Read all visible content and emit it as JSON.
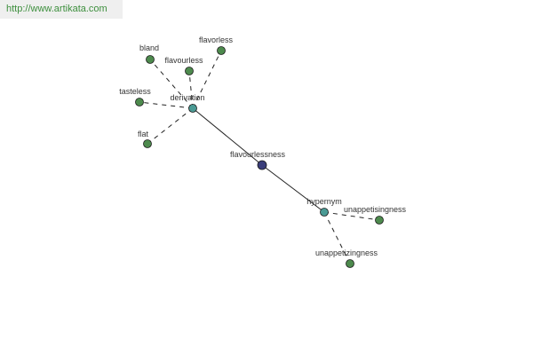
{
  "header": {
    "url": "http://www.artikata.com"
  },
  "colors": {
    "leaf": "#4d8a4d",
    "relation": "#4a9a94",
    "root": "#3a3d7a",
    "edge": "#222222"
  },
  "graph": {
    "nodes": [
      {
        "id": "flavourlessness",
        "label": "flavourlessness",
        "kind": "root"
      },
      {
        "id": "derivation",
        "label": "derivation",
        "kind": "relation"
      },
      {
        "id": "hypernym",
        "label": "hypernym",
        "kind": "relation"
      },
      {
        "id": "bland",
        "label": "bland",
        "kind": "leaf"
      },
      {
        "id": "flavorless",
        "label": "flavorless",
        "kind": "leaf"
      },
      {
        "id": "flavourless",
        "label": "flavourless",
        "kind": "leaf"
      },
      {
        "id": "tasteless",
        "label": "tasteless",
        "kind": "leaf"
      },
      {
        "id": "flat",
        "label": "flat",
        "kind": "leaf"
      },
      {
        "id": "unappetisingness",
        "label": "unappetisingness",
        "kind": "leaf"
      },
      {
        "id": "unappetizingness",
        "label": "unappetizingness",
        "kind": "leaf"
      }
    ],
    "edges": [
      {
        "from": "flavourlessness",
        "to": "derivation",
        "style": "solid"
      },
      {
        "from": "flavourlessness",
        "to": "hypernym",
        "style": "solid"
      },
      {
        "from": "derivation",
        "to": "bland",
        "style": "dashed"
      },
      {
        "from": "derivation",
        "to": "flavorless",
        "style": "dashed"
      },
      {
        "from": "derivation",
        "to": "flavourless",
        "style": "dashed"
      },
      {
        "from": "derivation",
        "to": "tasteless",
        "style": "dashed"
      },
      {
        "from": "derivation",
        "to": "flat",
        "style": "dashed"
      },
      {
        "from": "hypernym",
        "to": "unappetisingness",
        "style": "dashed"
      },
      {
        "from": "hypernym",
        "to": "unappetizingness",
        "style": "dashed"
      }
    ]
  }
}
